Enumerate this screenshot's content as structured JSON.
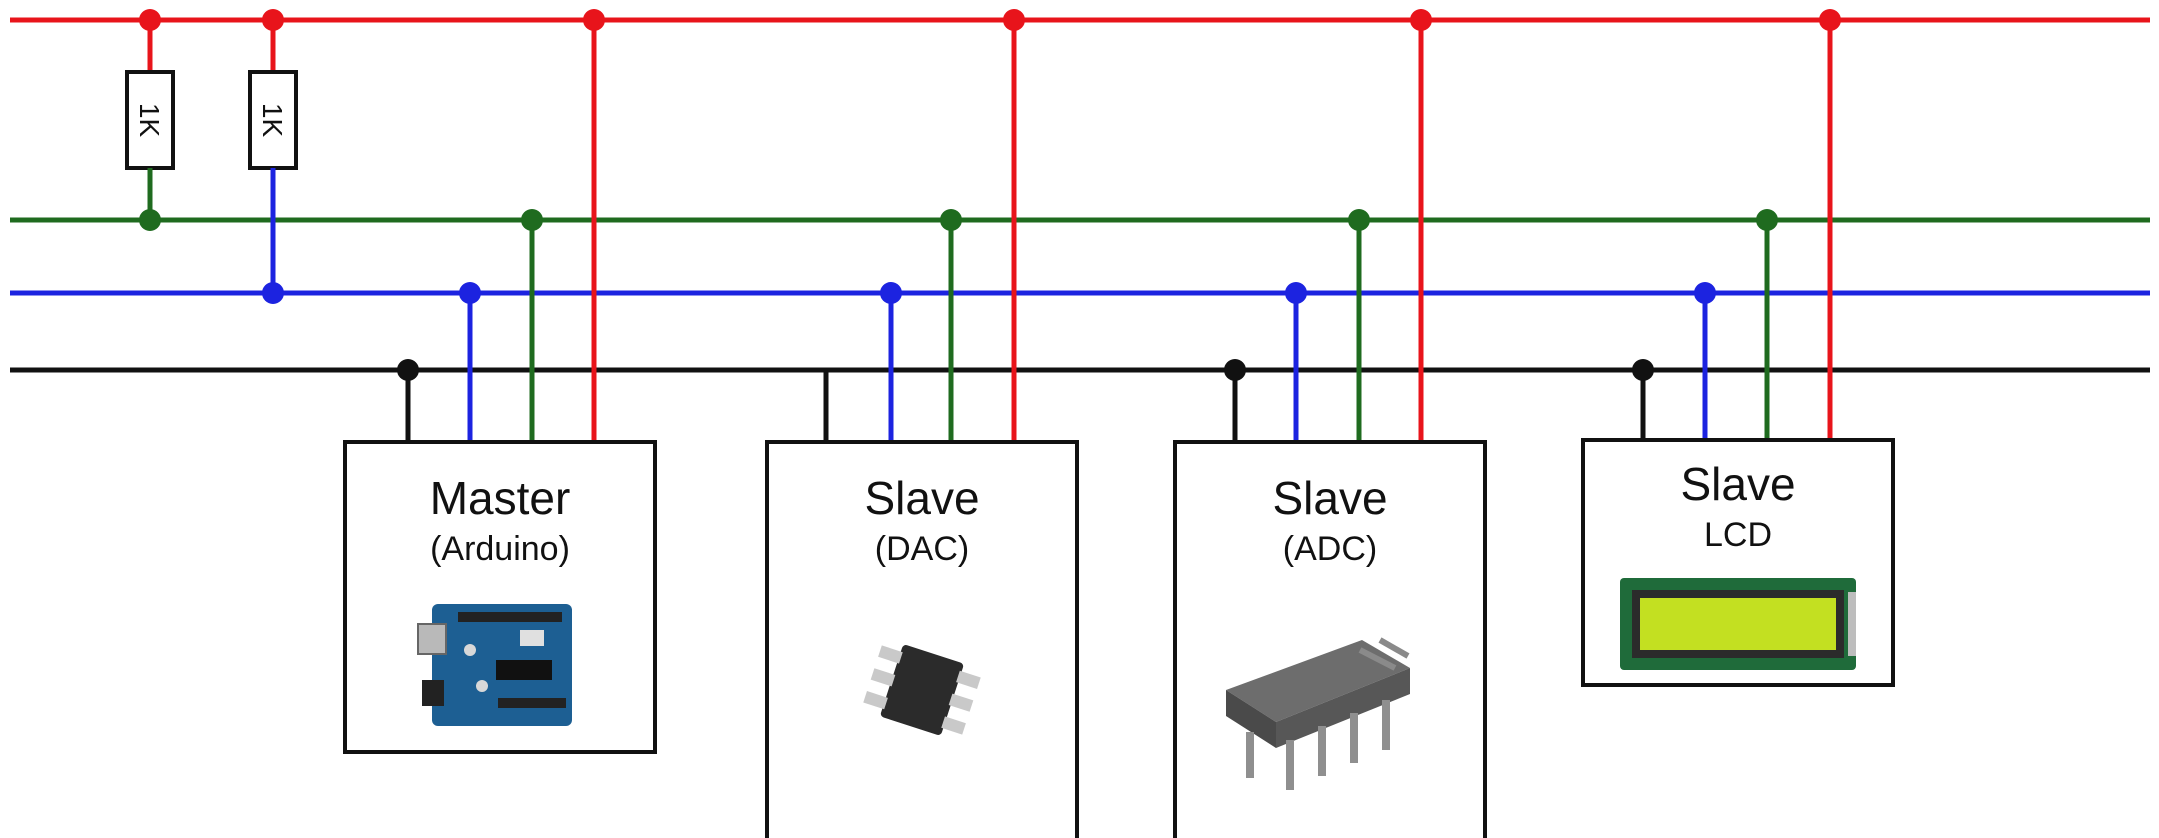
{
  "colors": {
    "red": "#e8141b",
    "green": "#1f6b1f",
    "blue": "#1c23e0",
    "black": "#111111"
  },
  "resistors": [
    {
      "label": "1K"
    },
    {
      "label": "1K"
    }
  ],
  "devices": [
    {
      "title": "Master",
      "subtitle": "(Arduino)",
      "icon": "arduino-board-icon"
    },
    {
      "title": "Slave",
      "subtitle": "(DAC)",
      "icon": "sot23-chip-icon"
    },
    {
      "title": "Slave",
      "subtitle": "(ADC)",
      "icon": "dip8-chip-icon"
    },
    {
      "title": "Slave",
      "subtitle": "LCD",
      "icon": "lcd-display-icon"
    }
  ]
}
